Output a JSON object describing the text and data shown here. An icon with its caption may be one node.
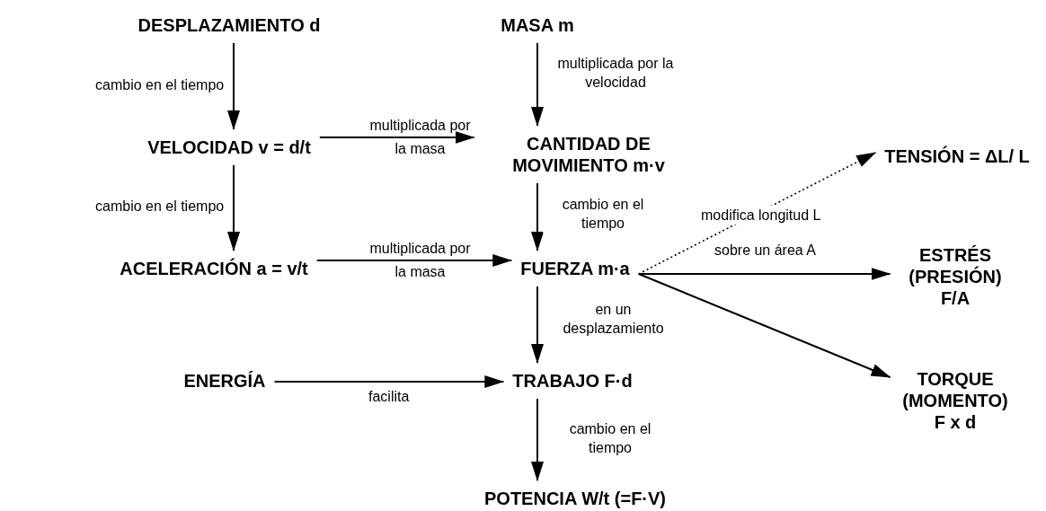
{
  "diagram": {
    "nodes": [
      {
        "text": [
          "DESPLAZAMIENTO  d"
        ]
      },
      {
        "text": [
          "MASA  m"
        ]
      },
      {
        "text": [
          "VELOCIDAD  v = d/t"
        ]
      },
      {
        "text": [
          "CANTIDAD DE MOVIMIENTO  m·v"
        ]
      },
      {
        "text": [
          "TENSIÓN = ΔL/ L"
        ]
      },
      {
        "text": [
          "ACELERACIÓN  a = v/t"
        ]
      },
      {
        "text": [
          "FUERZA m·a"
        ]
      },
      {
        "text": [
          "ESTRÉS (PRESIÓN) F/A"
        ]
      },
      {
        "text": [
          "ENERGÍA"
        ]
      },
      {
        "text": [
          "TRABAJO F·d"
        ]
      },
      {
        "text": [
          "TORQUE (MOMENTO) F x d"
        ]
      },
      {
        "text": [
          "POTENCIA W/t (=F·V)"
        ]
      }
    ],
    "edges": [
      {
        "from": 0,
        "to": 2,
        "arrow": "to",
        "label": "cambio en el tiempo"
      },
      {
        "from": 1,
        "to": 3,
        "arrow": "to",
        "label": "multiplicada por la velocidad"
      },
      {
        "from": 2,
        "to": 3,
        "arrow": "to",
        "label": "multiplicada por la masa"
      },
      {
        "from": 2,
        "to": 5,
        "arrow": "to",
        "label": "cambio en el tiempo"
      },
      {
        "from": 3,
        "to": 6,
        "arrow": "to",
        "label": "cambio en el tiempo"
      },
      {
        "from": 5,
        "to": 6,
        "arrow": "to",
        "label": "multiplicada por la masa"
      },
      {
        "from": 6,
        "to": 4,
        "arrow": "to",
        "label": "modifica longitud L",
        "style": "dashed"
      },
      {
        "from": 6,
        "to": 7,
        "arrow": "to",
        "label": "sobre un área A"
      },
      {
        "from": 6,
        "to": 10,
        "arrow": "to"
      },
      {
        "from": 6,
        "to": 9,
        "arrow": "to",
        "label": "en un desplazamiento"
      },
      {
        "from": 8,
        "to": 9,
        "arrow": "to",
        "label": "facilita"
      },
      {
        "from": 9,
        "to": 11,
        "arrow": "to",
        "label": "cambio en el tiempo"
      }
    ]
  }
}
